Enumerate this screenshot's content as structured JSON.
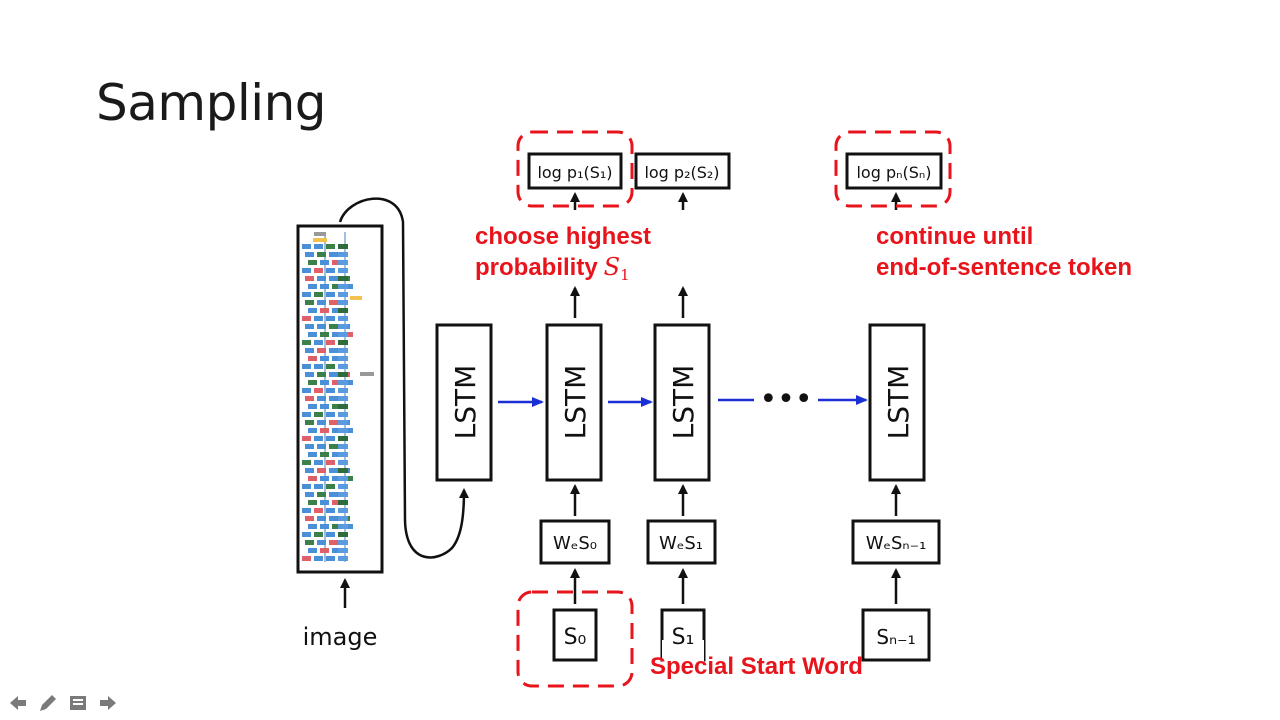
{
  "slide": {
    "title": "Sampling"
  },
  "diagram": {
    "image_label": "image",
    "lstm_label": "LSTM",
    "outputs": [
      "log p₁(S₁)",
      "log p₂(S₂)",
      "log pₙ(Sₙ)"
    ],
    "embeddings": [
      "WₑS₀",
      "WₑS₁",
      "WₑSₙ₋₁"
    ],
    "inputs": [
      "S₀",
      "S₁",
      "Sₙ₋₁"
    ],
    "ellipsis": "•••",
    "annotations": {
      "choose_line1": "choose highest",
      "choose_line2": "probability",
      "choose_symbol": "S",
      "choose_subscript": "1",
      "continue_line1": "continue until",
      "continue_line2": "end-of-sentence token",
      "start_word": "Special Start Word"
    },
    "colors": {
      "accent_red": "#e8141b",
      "arrow_blue": "#1a2fd6"
    }
  },
  "toolbar": {
    "icons": [
      "arrow-left-icon",
      "pen-icon",
      "menu-icon",
      "arrow-right-icon"
    ]
  }
}
